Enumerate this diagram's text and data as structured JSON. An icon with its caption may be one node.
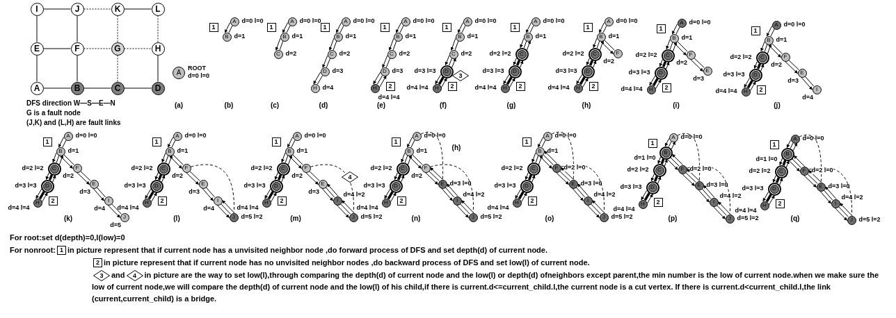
{
  "diagram": {
    "nodes": [
      {
        "text": [
          "I"
        ]
      },
      {
        "text": [
          "J"
        ]
      },
      {
        "text": [
          "K"
        ]
      },
      {
        "text": [
          "L"
        ]
      },
      {
        "text": [
          "E"
        ]
      },
      {
        "text": [
          "F"
        ]
      },
      {
        "text": [
          "G"
        ]
      },
      {
        "text": [
          "H"
        ]
      },
      {
        "text": [
          "A"
        ]
      },
      {
        "text": [
          "B"
        ]
      },
      {
        "text": [
          "C"
        ]
      },
      {
        "text": [
          "D"
        ]
      },
      {
        "text": [
          "A"
        ],
        "beside": [
          "ROOT",
          "d=0 l=0"
        ]
      },
      {
        "text": [
          "A"
        ],
        "beside": [
          "d=0 l=0"
        ]
      },
      {
        "text": [
          "B"
        ],
        "beside": [
          "d=1"
        ]
      },
      {
        "text": [
          "1"
        ]
      },
      {
        "text": [
          "A"
        ],
        "beside": [
          "d=0 l=0"
        ]
      },
      {
        "text": [
          "B"
        ],
        "beside": [
          "d=1"
        ]
      },
      {
        "text": [
          "C"
        ],
        "beside": [
          "d=2"
        ]
      },
      {
        "text": [
          "1"
        ]
      },
      {
        "text": [
          "A"
        ],
        "beside": [
          "d=0 l=0"
        ]
      },
      {
        "text": [
          "B"
        ],
        "beside": [
          "d=1"
        ]
      },
      {
        "text": [
          "C"
        ],
        "beside": [
          "d=2"
        ]
      },
      {
        "text": [
          "D"
        ],
        "beside": [
          "d=3"
        ]
      },
      {
        "text": [
          "H"
        ],
        "beside": [
          "d=4"
        ]
      },
      {
        "text": [
          "1"
        ]
      },
      {
        "text": [
          "A"
        ],
        "beside": [
          "d=0 l=0"
        ]
      },
      {
        "text": [
          "B"
        ],
        "beside": [
          "d=1"
        ]
      },
      {
        "text": [
          "C"
        ],
        "beside": [
          "d=2"
        ]
      },
      {
        "text": [
          "D"
        ],
        "beside": [
          "d=3"
        ]
      },
      {
        "text": [
          "H"
        ],
        "beside": [
          "d=4 l=4"
        ]
      },
      {
        "text": [
          "1"
        ]
      },
      {
        "text": [
          "2"
        ]
      },
      {
        "text": [
          "A"
        ],
        "beside": [
          "d=0 l=0"
        ]
      },
      {
        "text": [
          "B"
        ],
        "beside": [
          "d=1"
        ]
      },
      {
        "text": [
          "C"
        ],
        "beside": [
          "d=2"
        ]
      },
      {
        "text": [
          "D"
        ],
        "beside": [
          "d=3 l=3"
        ]
      },
      {
        "text": [
          "H"
        ],
        "beside": [
          "d=4 l=4"
        ]
      },
      {
        "text": [
          "1"
        ]
      },
      {
        "text": [
          "2"
        ]
      },
      {
        "text": [
          "3"
        ]
      },
      {
        "text": [
          "A"
        ],
        "beside": [
          "d=0 l=0"
        ]
      },
      {
        "text": [
          "B"
        ],
        "beside": [
          "d=1"
        ]
      },
      {
        "text": [
          "C"
        ],
        "beside": [
          "d=2 l=2"
        ]
      },
      {
        "text": [
          "D"
        ],
        "beside": [
          "d=3 l=3"
        ]
      },
      {
        "text": [
          "H"
        ],
        "beside": [
          "d=4 l=4"
        ]
      },
      {
        "text": [
          "1"
        ]
      },
      {
        "text": [
          "2"
        ]
      },
      {
        "text": [
          "A"
        ],
        "beside": [
          "d=0 l=0"
        ]
      },
      {
        "text": [
          "B"
        ],
        "beside": [
          "d=1"
        ]
      },
      {
        "text": [
          "C"
        ],
        "beside": [
          "d=2 l=2"
        ]
      },
      {
        "text": [
          "D"
        ],
        "beside": [
          "d=3 l=3"
        ]
      },
      {
        "text": [
          "H"
        ],
        "beside": [
          "d=4 l=4"
        ]
      },
      {
        "text": [
          "F"
        ],
        "beside": [
          "d=2"
        ]
      },
      {
        "text": [
          "1"
        ]
      },
      {
        "text": [
          "2"
        ]
      },
      {
        "text": [
          "A"
        ],
        "beside": [
          "d=0 l=0"
        ]
      },
      {
        "text": [
          "B"
        ],
        "beside": [
          "d=1"
        ]
      },
      {
        "text": [
          "C"
        ],
        "beside": [
          "d=2 l=2"
        ]
      },
      {
        "text": [
          "D"
        ],
        "beside": [
          "d=3 l=3"
        ]
      },
      {
        "text": [
          "H"
        ],
        "beside": [
          "d=4 l=4"
        ]
      },
      {
        "text": [
          "F"
        ],
        "beside": [
          "d=2"
        ]
      },
      {
        "text": [
          "E"
        ],
        "beside": [
          "d=3"
        ]
      },
      {
        "text": [
          "1"
        ]
      },
      {
        "text": [
          "2"
        ]
      },
      {
        "text": [
          "A"
        ],
        "beside": [
          "d=0 l=0"
        ]
      },
      {
        "text": [
          "B"
        ],
        "beside": [
          "d=1"
        ]
      },
      {
        "text": [
          "C"
        ],
        "beside": [
          "d=2 l=2"
        ]
      },
      {
        "text": [
          "D"
        ],
        "beside": [
          "d=3 l=3"
        ]
      },
      {
        "text": [
          "H"
        ],
        "beside": [
          "d=4 l=4"
        ]
      },
      {
        "text": [
          "F"
        ],
        "beside": [
          "d=2"
        ]
      },
      {
        "text": [
          "E"
        ],
        "beside": [
          "d=3"
        ]
      },
      {
        "text": [
          "I"
        ],
        "beside": [
          "d=4"
        ]
      },
      {
        "text": [
          "1"
        ]
      },
      {
        "text": [
          "2"
        ]
      },
      {
        "text": [
          "A"
        ],
        "beside": [
          "d=0 l=0"
        ]
      },
      {
        "text": [
          "B"
        ],
        "beside": [
          "d=1"
        ]
      },
      {
        "text": [
          "C"
        ],
        "beside": [
          "d=2 l=2"
        ]
      },
      {
        "text": [
          "D"
        ],
        "beside": [
          "d=3 l=3"
        ]
      },
      {
        "text": [
          "H"
        ],
        "beside": [
          "d=4 l=4"
        ]
      },
      {
        "text": [
          "F"
        ],
        "beside": [
          "d=2"
        ]
      },
      {
        "text": [
          "E"
        ],
        "beside": [
          "d=3"
        ]
      },
      {
        "text": [
          "I"
        ],
        "beside": [
          "d=4"
        ]
      },
      {
        "text": [
          "J"
        ],
        "beside": [
          "d=5"
        ]
      },
      {
        "text": [
          "1"
        ]
      },
      {
        "text": [
          "2"
        ]
      },
      {
        "text": [
          "A"
        ],
        "beside": [
          "d=0 l=0"
        ]
      },
      {
        "text": [
          "B"
        ],
        "beside": [
          "d=1"
        ]
      },
      {
        "text": [
          "C"
        ],
        "beside": [
          "d=2 l=2"
        ]
      },
      {
        "text": [
          "D"
        ],
        "beside": [
          "d=3 l=3"
        ]
      },
      {
        "text": [
          "H"
        ],
        "beside": [
          "d=4 l=4"
        ]
      },
      {
        "text": [
          "F"
        ],
        "beside": [
          "d=2"
        ]
      },
      {
        "text": [
          "E"
        ],
        "beside": [
          "d=3"
        ]
      },
      {
        "text": [
          "I"
        ],
        "beside": [
          "d=4"
        ]
      },
      {
        "text": [
          "J"
        ],
        "beside": [
          "d=5 l=2"
        ]
      },
      {
        "text": [
          "1"
        ]
      },
      {
        "text": [
          "2"
        ]
      },
      {
        "text": [
          "A"
        ],
        "beside": [
          "d=0 l=0"
        ]
      },
      {
        "text": [
          "B"
        ],
        "beside": [
          "d=1"
        ]
      },
      {
        "text": [
          "C"
        ],
        "beside": [
          "d=2 l=2"
        ]
      },
      {
        "text": [
          "D"
        ],
        "beside": [
          "d=3 l=3"
        ]
      },
      {
        "text": [
          "H"
        ],
        "beside": [
          "d=4 l=4"
        ]
      },
      {
        "text": [
          "F"
        ],
        "beside": [
          "d=2"
        ]
      },
      {
        "text": [
          "E"
        ],
        "beside": [
          "d=3"
        ]
      },
      {
        "text": [
          "I"
        ],
        "beside": [
          "d=4 l=2"
        ]
      },
      {
        "text": [
          "J"
        ],
        "beside": [
          "d=5 l=2"
        ]
      },
      {
        "text": [
          "1"
        ]
      },
      {
        "text": [
          "2"
        ]
      },
      {
        "text": [
          "4"
        ]
      },
      {
        "text": [
          "A"
        ],
        "beside": [
          "d=0 l=0"
        ]
      },
      {
        "text": [
          "B"
        ],
        "beside": [
          "d=1"
        ]
      },
      {
        "text": [
          "C"
        ],
        "beside": [
          "d=2 l=2"
        ]
      },
      {
        "text": [
          "D"
        ],
        "beside": [
          "d=3 l=3"
        ]
      },
      {
        "text": [
          "H"
        ],
        "beside": [
          "d=4 l=4"
        ]
      },
      {
        "text": [
          "F"
        ],
        "beside": [
          "d=2"
        ]
      },
      {
        "text": [
          "E"
        ],
        "beside": [
          "d=3 l=0"
        ]
      },
      {
        "text": [
          "I"
        ],
        "beside": [
          "d=4 l=2"
        ]
      },
      {
        "text": [
          "J"
        ],
        "beside": [
          "d=5 l=2"
        ]
      },
      {
        "text": [
          "1"
        ]
      },
      {
        "text": [
          "2"
        ]
      },
      {
        "text": [
          "A"
        ],
        "beside": [
          "d=0 l=0"
        ]
      },
      {
        "text": [
          "B"
        ],
        "beside": [
          "d=1"
        ]
      },
      {
        "text": [
          "C"
        ],
        "beside": [
          "d=2 l=2"
        ]
      },
      {
        "text": [
          "D"
        ],
        "beside": [
          "d=3 l=3"
        ]
      },
      {
        "text": [
          "H"
        ],
        "beside": [
          "d=4 l=4"
        ]
      },
      {
        "text": [
          "F"
        ],
        "beside": [
          "d=2 l=0"
        ]
      },
      {
        "text": [
          "E"
        ],
        "beside": [
          "d=3 l=0"
        ]
      },
      {
        "text": [
          "I"
        ],
        "beside": [
          "d=4 l=2"
        ]
      },
      {
        "text": [
          "J"
        ],
        "beside": [
          "d=5 l=2"
        ]
      },
      {
        "text": [
          "1"
        ]
      },
      {
        "text": [
          "2"
        ]
      },
      {
        "text": [
          "A"
        ],
        "beside": [
          "d=0 l=0"
        ]
      },
      {
        "text": [
          "B"
        ],
        "beside": [
          "d=1 l=0"
        ]
      },
      {
        "text": [
          "C"
        ],
        "beside": [
          "d=2 l=2"
        ]
      },
      {
        "text": [
          "D"
        ],
        "beside": [
          "d=3 l=3"
        ]
      },
      {
        "text": [
          "H"
        ],
        "beside": [
          "d=4 l=4"
        ]
      },
      {
        "text": [
          "F"
        ],
        "beside": [
          "d=2 l=0"
        ]
      },
      {
        "text": [
          "E"
        ],
        "beside": [
          "d=3 l=0"
        ]
      },
      {
        "text": [
          "I"
        ],
        "beside": [
          "d=4 l=2"
        ]
      },
      {
        "text": [
          "J"
        ],
        "beside": [
          "d=5 l=2"
        ]
      },
      {
        "text": [
          "1"
        ]
      },
      {
        "text": [
          "2"
        ]
      },
      {
        "text": [
          "A"
        ],
        "beside": [
          "d=0 l=0"
        ]
      },
      {
        "text": [
          "B"
        ],
        "beside": [
          "d=1 l=0"
        ]
      },
      {
        "text": [
          "C"
        ],
        "beside": [
          "d=2 l=2"
        ]
      },
      {
        "text": [
          "D"
        ],
        "beside": [
          "d=3 l=3"
        ]
      },
      {
        "text": [
          "H"
        ],
        "beside": [
          "d=4 l=4"
        ]
      },
      {
        "text": [
          "F"
        ],
        "beside": [
          "d=2 l=0"
        ]
      },
      {
        "text": [
          "E"
        ],
        "beside": [
          "d=3 l=0"
        ]
      },
      {
        "text": [
          "I"
        ],
        "beside": [
          "d=4 l=2"
        ]
      },
      {
        "text": [
          "J"
        ],
        "beside": [
          "d=5 l=2"
        ]
      },
      {
        "text": [
          "1"
        ]
      },
      {
        "text": [
          "2"
        ]
      },
      {
        "text": [
          "1"
        ]
      },
      {
        "text": [
          "2"
        ]
      },
      {
        "text": [
          "3"
        ]
      },
      {
        "text": [
          "4"
        ]
      }
    ],
    "edges": [
      {
        "from": 0,
        "to": 1,
        "arrow": "none"
      },
      {
        "from": 1,
        "to": 2,
        "arrow": "none",
        "style": "dashed"
      },
      {
        "from": 2,
        "to": 3,
        "arrow": "none"
      },
      {
        "from": 0,
        "to": 4,
        "arrow": "none"
      },
      {
        "from": 1,
        "to": 5,
        "arrow": "none"
      },
      {
        "from": 2,
        "to": 6,
        "arrow": "none",
        "style": "dashed"
      },
      {
        "from": 3,
        "to": 7,
        "arrow": "none",
        "style": "dashed"
      },
      {
        "from": 4,
        "to": 5,
        "arrow": "none"
      },
      {
        "from": 5,
        "to": 6,
        "arrow": "none",
        "style": "dashed"
      },
      {
        "from": 6,
        "to": 7,
        "arrow": "none",
        "style": "dashed"
      },
      {
        "from": 4,
        "to": 8,
        "arrow": "none"
      },
      {
        "from": 5,
        "to": 9,
        "arrow": "none"
      },
      {
        "from": 6,
        "to": 10,
        "arrow": "none",
        "style": "dashed"
      },
      {
        "from": 7,
        "to": 11,
        "arrow": "none"
      },
      {
        "from": 8,
        "to": 9,
        "arrow": "none"
      },
      {
        "from": 9,
        "to": 10,
        "arrow": "none"
      },
      {
        "from": 10,
        "to": 11,
        "arrow": "none"
      },
      {
        "from": 13,
        "to": 14,
        "arrow": "none"
      },
      {
        "from": 16,
        "to": 17,
        "arrow": "none"
      },
      {
        "from": 17,
        "to": 18,
        "arrow": "none"
      },
      {
        "from": 20,
        "to": 21,
        "arrow": "none"
      },
      {
        "from": 21,
        "to": 22,
        "arrow": "none"
      },
      {
        "from": 22,
        "to": 23,
        "arrow": "none"
      },
      {
        "from": 23,
        "to": 24,
        "arrow": "none"
      },
      {
        "from": 26,
        "to": 27,
        "arrow": "none"
      },
      {
        "from": 27,
        "to": 28,
        "arrow": "none"
      },
      {
        "from": 28,
        "to": 29,
        "arrow": "none"
      },
      {
        "from": 29,
        "to": 30,
        "arrow": "none"
      },
      {
        "from": 33,
        "to": 34,
        "arrow": "none"
      },
      {
        "from": 34,
        "to": 35,
        "arrow": "none"
      },
      {
        "from": 35,
        "to": 36,
        "arrow": "none"
      },
      {
        "from": 36,
        "to": 37,
        "arrow": "none",
        "style": "thick"
      },
      {
        "from": 41,
        "to": 42,
        "arrow": "none"
      },
      {
        "from": 42,
        "to": 43,
        "arrow": "none"
      },
      {
        "from": 43,
        "to": 44,
        "arrow": "none",
        "style": "thick"
      },
      {
        "from": 44,
        "to": 45,
        "arrow": "none",
        "style": "thick"
      },
      {
        "from": 48,
        "to": 49,
        "arrow": "none"
      },
      {
        "from": 49,
        "to": 50,
        "arrow": "none"
      },
      {
        "from": 50,
        "to": 51,
        "arrow": "none",
        "style": "thick"
      },
      {
        "from": 51,
        "to": 52,
        "arrow": "none",
        "style": "thick"
      },
      {
        "from": 49,
        "to": 53,
        "arrow": "none"
      },
      {
        "from": 56,
        "to": 57,
        "arrow": "none"
      },
      {
        "from": 57,
        "to": 58,
        "arrow": "none"
      },
      {
        "from": 58,
        "to": 59,
        "arrow": "none",
        "style": "thick"
      },
      {
        "from": 59,
        "to": 60,
        "arrow": "none",
        "style": "thick"
      },
      {
        "from": 57,
        "to": 61,
        "arrow": "none"
      },
      {
        "from": 61,
        "to": 62,
        "arrow": "none"
      },
      {
        "from": 65,
        "to": 66,
        "arrow": "none"
      },
      {
        "from": 66,
        "to": 67,
        "arrow": "none"
      },
      {
        "from": 67,
        "to": 68,
        "arrow": "none",
        "style": "thick"
      },
      {
        "from": 68,
        "to": 69,
        "arrow": "none",
        "style": "thick"
      },
      {
        "from": 66,
        "to": 70,
        "arrow": "none"
      },
      {
        "from": 70,
        "to": 71,
        "arrow": "none"
      },
      {
        "from": 71,
        "to": 72,
        "arrow": "none"
      },
      {
        "from": 75,
        "to": 76,
        "arrow": "none"
      },
      {
        "from": 76,
        "to": 77,
        "arrow": "none"
      },
      {
        "from": 77,
        "to": 78,
        "arrow": "none",
        "style": "thick"
      },
      {
        "from": 78,
        "to": 79,
        "arrow": "none",
        "style": "thick"
      },
      {
        "from": 76,
        "to": 80,
        "arrow": "none"
      },
      {
        "from": 80,
        "to": 81,
        "arrow": "none"
      },
      {
        "from": 81,
        "to": 82,
        "arrow": "none"
      },
      {
        "from": 82,
        "to": 83,
        "arrow": "none"
      },
      {
        "from": 86,
        "to": 87,
        "arrow": "none"
      },
      {
        "from": 87,
        "to": 88,
        "arrow": "none"
      },
      {
        "from": 88,
        "to": 89,
        "arrow": "none",
        "style": "thick"
      },
      {
        "from": 89,
        "to": 90,
        "arrow": "none",
        "style": "thick"
      },
      {
        "from": 87,
        "to": 91,
        "arrow": "none"
      },
      {
        "from": 91,
        "to": 92,
        "arrow": "none"
      },
      {
        "from": 92,
        "to": 93,
        "arrow": "none"
      },
      {
        "from": 93,
        "to": 94,
        "arrow": "none"
      },
      {
        "from": 91,
        "to": 94,
        "arrow": "none",
        "style": "dashed"
      },
      {
        "from": 97,
        "to": 98,
        "arrow": "none"
      },
      {
        "from": 98,
        "to": 99,
        "arrow": "none"
      },
      {
        "from": 99,
        "to": 100,
        "arrow": "none",
        "style": "thick"
      },
      {
        "from": 100,
        "to": 101,
        "arrow": "none",
        "style": "thick"
      },
      {
        "from": 98,
        "to": 102,
        "arrow": "none"
      },
      {
        "from": 102,
        "to": 103,
        "arrow": "none"
      },
      {
        "from": 103,
        "to": 104,
        "arrow": "none"
      },
      {
        "from": 104,
        "to": 105,
        "arrow": "none"
      },
      {
        "from": 102,
        "to": 105,
        "arrow": "none",
        "style": "dashed"
      },
      {
        "from": 109,
        "to": 110,
        "arrow": "none"
      },
      {
        "from": 110,
        "to": 111,
        "arrow": "none"
      },
      {
        "from": 111,
        "to": 112,
        "arrow": "none",
        "style": "thick"
      },
      {
        "from": 112,
        "to": 113,
        "arrow": "none",
        "style": "thick"
      },
      {
        "from": 110,
        "to": 114,
        "arrow": "none"
      },
      {
        "from": 114,
        "to": 115,
        "arrow": "none"
      },
      {
        "from": 115,
        "to": 116,
        "arrow": "none"
      },
      {
        "from": 116,
        "to": 117,
        "arrow": "none"
      },
      {
        "from": 109,
        "to": 115,
        "arrow": "none",
        "style": "dashed"
      },
      {
        "from": 114,
        "to": 117,
        "arrow": "none",
        "style": "dashed"
      },
      {
        "from": 120,
        "to": 121,
        "arrow": "none"
      },
      {
        "from": 121,
        "to": 122,
        "arrow": "none"
      },
      {
        "from": 122,
        "to": 123,
        "arrow": "none",
        "style": "thick"
      },
      {
        "from": 123,
        "to": 124,
        "arrow": "none",
        "style": "thick"
      },
      {
        "from": 121,
        "to": 125,
        "arrow": "none"
      },
      {
        "from": 125,
        "to": 126,
        "arrow": "none"
      },
      {
        "from": 126,
        "to": 127,
        "arrow": "none"
      },
      {
        "from": 127,
        "to": 128,
        "arrow": "none"
      },
      {
        "from": 120,
        "to": 126,
        "arrow": "none",
        "style": "dashed"
      },
      {
        "from": 125,
        "to": 128,
        "arrow": "none",
        "style": "dashed"
      },
      {
        "from": 131,
        "to": 132,
        "arrow": "none"
      },
      {
        "from": 132,
        "to": 133,
        "arrow": "none",
        "style": "thick"
      },
      {
        "from": 133,
        "to": 134,
        "arrow": "none",
        "style": "thick"
      },
      {
        "from": 134,
        "to": 135,
        "arrow": "none",
        "style": "thick"
      },
      {
        "from": 132,
        "to": 136,
        "arrow": "none"
      },
      {
        "from": 136,
        "to": 137,
        "arrow": "none"
      },
      {
        "from": 137,
        "to": 138,
        "arrow": "none"
      },
      {
        "from": 138,
        "to": 139,
        "arrow": "none"
      },
      {
        "from": 131,
        "to": 137,
        "arrow": "none",
        "style": "dashed"
      },
      {
        "from": 136,
        "to": 139,
        "arrow": "none",
        "style": "dashed"
      },
      {
        "from": 142,
        "to": 143,
        "arrow": "none"
      },
      {
        "from": 143,
        "to": 144,
        "arrow": "none",
        "style": "thick"
      },
      {
        "from": 144,
        "to": 145,
        "arrow": "none",
        "style": "thick"
      },
      {
        "from": 145,
        "to": 146,
        "arrow": "none",
        "style": "thick"
      },
      {
        "from": 143,
        "to": 147,
        "arrow": "none"
      },
      {
        "from": 147,
        "to": 148,
        "arrow": "none"
      },
      {
        "from": 148,
        "to": 149,
        "arrow": "none"
      },
      {
        "from": 149,
        "to": 150,
        "arrow": "none"
      },
      {
        "from": 142,
        "to": 148,
        "arrow": "none",
        "style": "dashed"
      },
      {
        "from": 147,
        "to": 150,
        "arrow": "none",
        "style": "dashed"
      },
      {
        "from": 13,
        "to": 14,
        "arrow": "to"
      },
      {
        "from": 16,
        "to": 17,
        "arrow": "to"
      },
      {
        "from": 17,
        "to": 18,
        "arrow": "to"
      },
      {
        "from": 20,
        "to": 21,
        "arrow": "to"
      },
      {
        "from": 21,
        "to": 22,
        "arrow": "to"
      },
      {
        "from": 22,
        "to": 23,
        "arrow": "to"
      },
      {
        "from": 23,
        "to": 24,
        "arrow": "to"
      },
      {
        "from": 26,
        "to": 27,
        "arrow": "to"
      },
      {
        "from": 27,
        "to": 28,
        "arrow": "to"
      },
      {
        "from": 28,
        "to": 29,
        "arrow": "to"
      },
      {
        "from": 29,
        "to": 30,
        "arrow": "to"
      },
      {
        "from": 30,
        "to": 29,
        "arrow": "to"
      },
      {
        "from": 33,
        "to": 34,
        "arrow": "to"
      },
      {
        "from": 34,
        "to": 35,
        "arrow": "to"
      },
      {
        "from": 35,
        "to": 36,
        "arrow": "to"
      },
      {
        "from": 36,
        "to": 37,
        "arrow": "to"
      },
      {
        "from": 37,
        "to": 36,
        "arrow": "to"
      },
      {
        "from": 36,
        "to": 35,
        "arrow": "to"
      },
      {
        "from": 41,
        "to": 42,
        "arrow": "to"
      },
      {
        "from": 42,
        "to": 43,
        "arrow": "to"
      },
      {
        "from": 43,
        "to": 44,
        "arrow": "to"
      },
      {
        "from": 44,
        "to": 45,
        "arrow": "to"
      },
      {
        "from": 45,
        "to": 44,
        "arrow": "to"
      },
      {
        "from": 44,
        "to": 43,
        "arrow": "to"
      },
      {
        "from": 43,
        "to": 42,
        "arrow": "to"
      },
      {
        "from": 48,
        "to": 49,
        "arrow": "to"
      },
      {
        "from": 49,
        "to": 50,
        "arrow": "to"
      },
      {
        "from": 50,
        "to": 51,
        "arrow": "to"
      },
      {
        "from": 51,
        "to": 52,
        "arrow": "to"
      },
      {
        "from": 49,
        "to": 53,
        "arrow": "to"
      },
      {
        "from": 52,
        "to": 51,
        "arrow": "to"
      },
      {
        "from": 51,
        "to": 50,
        "arrow": "to"
      },
      {
        "from": 50,
        "to": 49,
        "arrow": "to"
      },
      {
        "from": 56,
        "to": 57,
        "arrow": "to"
      },
      {
        "from": 57,
        "to": 58,
        "arrow": "to"
      },
      {
        "from": 58,
        "to": 59,
        "arrow": "to"
      },
      {
        "from": 59,
        "to": 60,
        "arrow": "to"
      },
      {
        "from": 57,
        "to": 61,
        "arrow": "to"
      },
      {
        "from": 61,
        "to": 62,
        "arrow": "to"
      },
      {
        "from": 60,
        "to": 59,
        "arrow": "to"
      },
      {
        "from": 59,
        "to": 58,
        "arrow": "to"
      },
      {
        "from": 58,
        "to": 57,
        "arrow": "to"
      },
      {
        "from": 65,
        "to": 66,
        "arrow": "to"
      },
      {
        "from": 66,
        "to": 67,
        "arrow": "to"
      },
      {
        "from": 67,
        "to": 68,
        "arrow": "to"
      },
      {
        "from": 68,
        "to": 69,
        "arrow": "to"
      },
      {
        "from": 66,
        "to": 70,
        "arrow": "to"
      },
      {
        "from": 70,
        "to": 71,
        "arrow": "to"
      },
      {
        "from": 71,
        "to": 72,
        "arrow": "to"
      },
      {
        "from": 69,
        "to": 68,
        "arrow": "to"
      },
      {
        "from": 68,
        "to": 67,
        "arrow": "to"
      },
      {
        "from": 67,
        "to": 66,
        "arrow": "to"
      },
      {
        "from": 75,
        "to": 76,
        "arrow": "to"
      },
      {
        "from": 76,
        "to": 77,
        "arrow": "to"
      },
      {
        "from": 77,
        "to": 78,
        "arrow": "to"
      },
      {
        "from": 78,
        "to": 79,
        "arrow": "to"
      },
      {
        "from": 76,
        "to": 80,
        "arrow": "to"
      },
      {
        "from": 80,
        "to": 81,
        "arrow": "to"
      },
      {
        "from": 81,
        "to": 82,
        "arrow": "to"
      },
      {
        "from": 82,
        "to": 83,
        "arrow": "to"
      },
      {
        "from": 79,
        "to": 78,
        "arrow": "to"
      },
      {
        "from": 78,
        "to": 77,
        "arrow": "to"
      },
      {
        "from": 77,
        "to": 76,
        "arrow": "to"
      },
      {
        "from": 86,
        "to": 87,
        "arrow": "to"
      },
      {
        "from": 87,
        "to": 88,
        "arrow": "to"
      },
      {
        "from": 88,
        "to": 89,
        "arrow": "to"
      },
      {
        "from": 89,
        "to": 90,
        "arrow": "to"
      },
      {
        "from": 87,
        "to": 91,
        "arrow": "to"
      },
      {
        "from": 91,
        "to": 92,
        "arrow": "to"
      },
      {
        "from": 92,
        "to": 93,
        "arrow": "to"
      },
      {
        "from": 93,
        "to": 94,
        "arrow": "to"
      },
      {
        "from": 90,
        "to": 89,
        "arrow": "to"
      },
      {
        "from": 89,
        "to": 88,
        "arrow": "to"
      },
      {
        "from": 88,
        "to": 87,
        "arrow": "to"
      },
      {
        "from": 94,
        "to": 93,
        "arrow": "to"
      },
      {
        "from": 97,
        "to": 98,
        "arrow": "to"
      },
      {
        "from": 98,
        "to": 99,
        "arrow": "to"
      },
      {
        "from": 99,
        "to": 100,
        "arrow": "to"
      },
      {
        "from": 100,
        "to": 101,
        "arrow": "to"
      },
      {
        "from": 98,
        "to": 102,
        "arrow": "to"
      },
      {
        "from": 102,
        "to": 103,
        "arrow": "to"
      },
      {
        "from": 103,
        "to": 104,
        "arrow": "to"
      },
      {
        "from": 104,
        "to": 105,
        "arrow": "to"
      },
      {
        "from": 101,
        "to": 100,
        "arrow": "to"
      },
      {
        "from": 100,
        "to": 99,
        "arrow": "to"
      },
      {
        "from": 99,
        "to": 98,
        "arrow": "to"
      },
      {
        "from": 104,
        "to": 103,
        "arrow": "to"
      },
      {
        "from": 105,
        "to": 104,
        "arrow": "to"
      },
      {
        "from": 109,
        "to": 110,
        "arrow": "to"
      },
      {
        "from": 110,
        "to": 111,
        "arrow": "to"
      },
      {
        "from": 111,
        "to": 112,
        "arrow": "to"
      },
      {
        "from": 112,
        "to": 113,
        "arrow": "to"
      },
      {
        "from": 110,
        "to": 114,
        "arrow": "to"
      },
      {
        "from": 114,
        "to": 115,
        "arrow": "to"
      },
      {
        "from": 115,
        "to": 116,
        "arrow": "to"
      },
      {
        "from": 116,
        "to": 117,
        "arrow": "to"
      },
      {
        "from": 113,
        "to": 112,
        "arrow": "to"
      },
      {
        "from": 112,
        "to": 111,
        "arrow": "to"
      },
      {
        "from": 111,
        "to": 110,
        "arrow": "to"
      },
      {
        "from": 115,
        "to": 114,
        "arrow": "to"
      },
      {
        "from": 116,
        "to": 115,
        "arrow": "to"
      },
      {
        "from": 117,
        "to": 116,
        "arrow": "to"
      },
      {
        "from": 120,
        "to": 121,
        "arrow": "to"
      },
      {
        "from": 121,
        "to": 122,
        "arrow": "to"
      },
      {
        "from": 122,
        "to": 123,
        "arrow": "to"
      },
      {
        "from": 123,
        "to": 124,
        "arrow": "to"
      },
      {
        "from": 121,
        "to": 125,
        "arrow": "to"
      },
      {
        "from": 125,
        "to": 126,
        "arrow": "to"
      },
      {
        "from": 126,
        "to": 127,
        "arrow": "to"
      },
      {
        "from": 127,
        "to": 128,
        "arrow": "to"
      },
      {
        "from": 124,
        "to": 123,
        "arrow": "to"
      },
      {
        "from": 123,
        "to": 122,
        "arrow": "to"
      },
      {
        "from": 122,
        "to": 121,
        "arrow": "to"
      },
      {
        "from": 125,
        "to": 121,
        "arrow": "to"
      },
      {
        "from": 126,
        "to": 125,
        "arrow": "to"
      },
      {
        "from": 127,
        "to": 126,
        "arrow": "to"
      },
      {
        "from": 128,
        "to": 127,
        "arrow": "to"
      },
      {
        "from": 131,
        "to": 132,
        "arrow": "to"
      },
      {
        "from": 132,
        "to": 133,
        "arrow": "to"
      },
      {
        "from": 133,
        "to": 134,
        "arrow": "to"
      },
      {
        "from": 134,
        "to": 135,
        "arrow": "to"
      },
      {
        "from": 132,
        "to": 136,
        "arrow": "to"
      },
      {
        "from": 136,
        "to": 137,
        "arrow": "to"
      },
      {
        "from": 137,
        "to": 138,
        "arrow": "to"
      },
      {
        "from": 138,
        "to": 139,
        "arrow": "to"
      },
      {
        "from": 132,
        "to": 131,
        "arrow": "to"
      },
      {
        "from": 135,
        "to": 134,
        "arrow": "to"
      },
      {
        "from": 134,
        "to": 133,
        "arrow": "to"
      },
      {
        "from": 133,
        "to": 132,
        "arrow": "to"
      },
      {
        "from": 136,
        "to": 132,
        "arrow": "to"
      },
      {
        "from": 137,
        "to": 136,
        "arrow": "to"
      },
      {
        "from": 138,
        "to": 137,
        "arrow": "to"
      },
      {
        "from": 139,
        "to": 138,
        "arrow": "to"
      },
      {
        "from": 142,
        "to": 143,
        "arrow": "to"
      },
      {
        "from": 143,
        "to": 144,
        "arrow": "to"
      },
      {
        "from": 144,
        "to": 145,
        "arrow": "to"
      },
      {
        "from": 145,
        "to": 146,
        "arrow": "to"
      },
      {
        "from": 143,
        "to": 147,
        "arrow": "to"
      },
      {
        "from": 147,
        "to": 148,
        "arrow": "to"
      },
      {
        "from": 148,
        "to": 149,
        "arrow": "to"
      },
      {
        "from": 149,
        "to": 150,
        "arrow": "to"
      },
      {
        "from": 143,
        "to": 142,
        "arrow": "to"
      },
      {
        "from": 146,
        "to": 145,
        "arrow": "to"
      },
      {
        "from": 145,
        "to": 144,
        "arrow": "to"
      },
      {
        "from": 144,
        "to": 143,
        "arrow": "to"
      },
      {
        "from": 147,
        "to": 143,
        "arrow": "to"
      },
      {
        "from": 148,
        "to": 147,
        "arrow": "to"
      },
      {
        "from": 149,
        "to": 148,
        "arrow": "to"
      },
      {
        "from": 150,
        "to": 149,
        "arrow": "to"
      }
    ],
    "labels": [
      "DFS direction W—S—E—N",
      "G is a fault node",
      "(J,K) and (L,H) are fault links",
      "(a)",
      "(b)",
      "(c)",
      "(d)",
      "(e)",
      "(f)",
      "(g)",
      "(h)",
      "(i)",
      "(j)",
      "(k)",
      "(l)",
      "(m)",
      "(n)",
      "(o)",
      "(p)",
      "(q)",
      "(h)",
      "For root:set d(depth)=0,l(low)=0",
      "For nonroot:",
      "in picture represent that if current node has a unvisited neighbor node ,do forward process of DFS and set depth(d) of current node.",
      "in picture represent that if current node has no unvisited neighbor nodes ,do backward process of DFS and set low(l) of current node.",
      "and",
      "in picture are the way to set low(l),through comparing the depth(d) of current node and the low(l) or depth(d) ofneighbors except parent,the min number is the low of current node.when we make sure the low of current node,we will compare the depth(d) of current node and the low(l) of his child,if there is current.d<=current_child.l,the current node is a cut vertex. If there is current.d<current_child.l,the link (current,current_child) is a bridge."
    ]
  }
}
